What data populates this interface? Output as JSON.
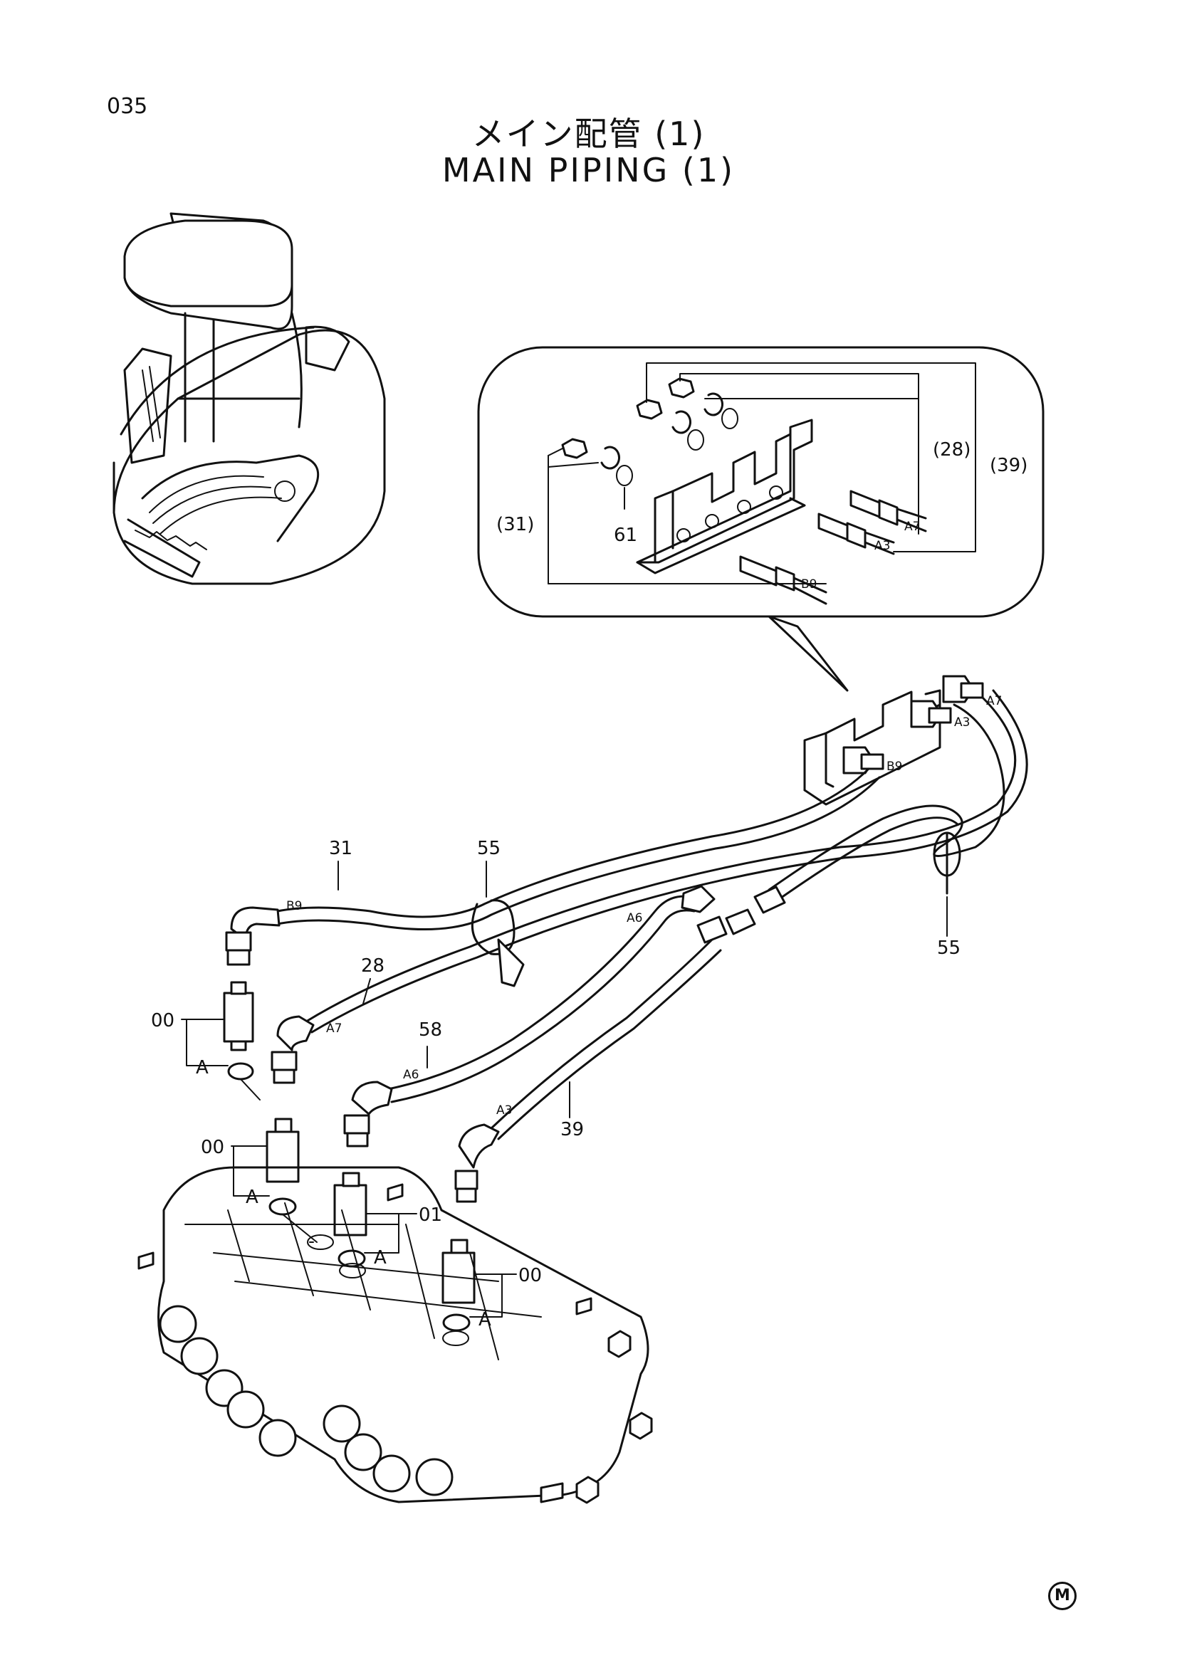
{
  "page_number": "035",
  "title_jp": "メイン配管 (1)",
  "title_en": "MAIN PIPING (1)",
  "callouts": {
    "c31": "31",
    "c55a": "55",
    "c55b": "55",
    "c28": "28",
    "c58": "58",
    "c39": "39",
    "c00a": "00",
    "c00b": "00",
    "c00c": "00",
    "c01": "01",
    "cAa": "A",
    "cAb": "A",
    "cAc": "A",
    "cAd": "A",
    "d28": "(28)",
    "d39": "(39)",
    "d31": "(31)",
    "d61": "61"
  },
  "port_labels": {
    "b9": "B9",
    "a7": "A7",
    "a6": "A6",
    "a3": "A3",
    "r_a7": "A7",
    "r_a3": "A3",
    "r_b9": "B9",
    "d_a7": "A7",
    "d_a3": "A3",
    "d_b9": "B9"
  },
  "mark": "M"
}
